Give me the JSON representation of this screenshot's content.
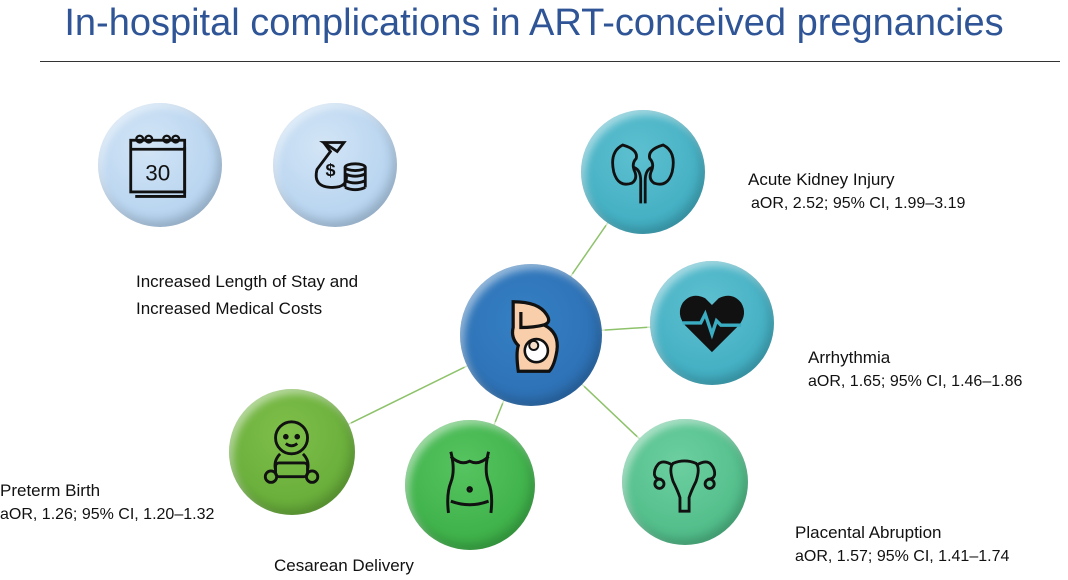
{
  "title": "In-hospital complications in ART-conceived pregnancies",
  "calendar_number": "30",
  "los_label": {
    "line1": "Increased Length of Stay and",
    "line2": "Increased Medical Costs"
  },
  "outcomes": [
    {
      "name": "Acute Kidney Injury",
      "stat": "aOR, 2.52; 95% CI, 1.99–3.19"
    },
    {
      "name": "Arrhythmia",
      "stat": "aOR, 1.65; 95% CI, 1.46–1.86"
    },
    {
      "name": "Placental Abruption",
      "stat": "aOR, 1.57; 95% CI, 1.41–1.74"
    },
    {
      "name": "Cesarean Delivery"
    },
    {
      "name": "Preterm Birth",
      "stat": "aOR, 1.26; 95% CI, 1.20–1.32"
    }
  ],
  "colors": {
    "title": "#2f5597",
    "center": "#2e75b6",
    "teal": "#3aadc2",
    "green": "#3db54a",
    "lightblue": "#b7d4ef",
    "link": "#8dc26a"
  }
}
